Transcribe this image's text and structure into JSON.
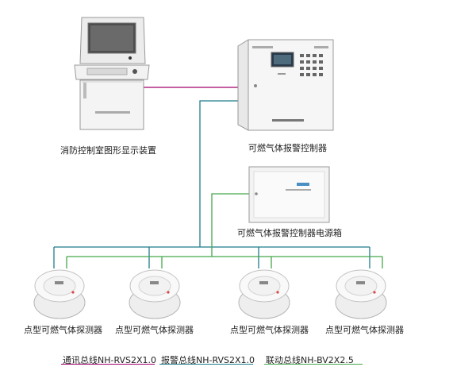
{
  "devices": {
    "graphic_display": {
      "label": "消防控制室图形显示装置"
    },
    "alarm_controller": {
      "label": "可燃气体报警控制器"
    },
    "power_box": {
      "label": "可燃气体报警控制器电源箱"
    },
    "detectors": [
      {
        "label": "点型可燃气体探测器"
      },
      {
        "label": "点型可燃气体探测器"
      },
      {
        "label": "点型可燃气体探测器"
      },
      {
        "label": "点型可燃气体探测器"
      }
    ]
  },
  "legend": [
    {
      "label": "通讯总线NH-RVS2X1.0",
      "color": "#a1006b"
    },
    {
      "label": "报警总线NH-RVS2X1.0",
      "color": "#1f7c8c"
    },
    {
      "label": "联动总线NH-BV2X2.5",
      "color": "#45a84a"
    }
  ]
}
